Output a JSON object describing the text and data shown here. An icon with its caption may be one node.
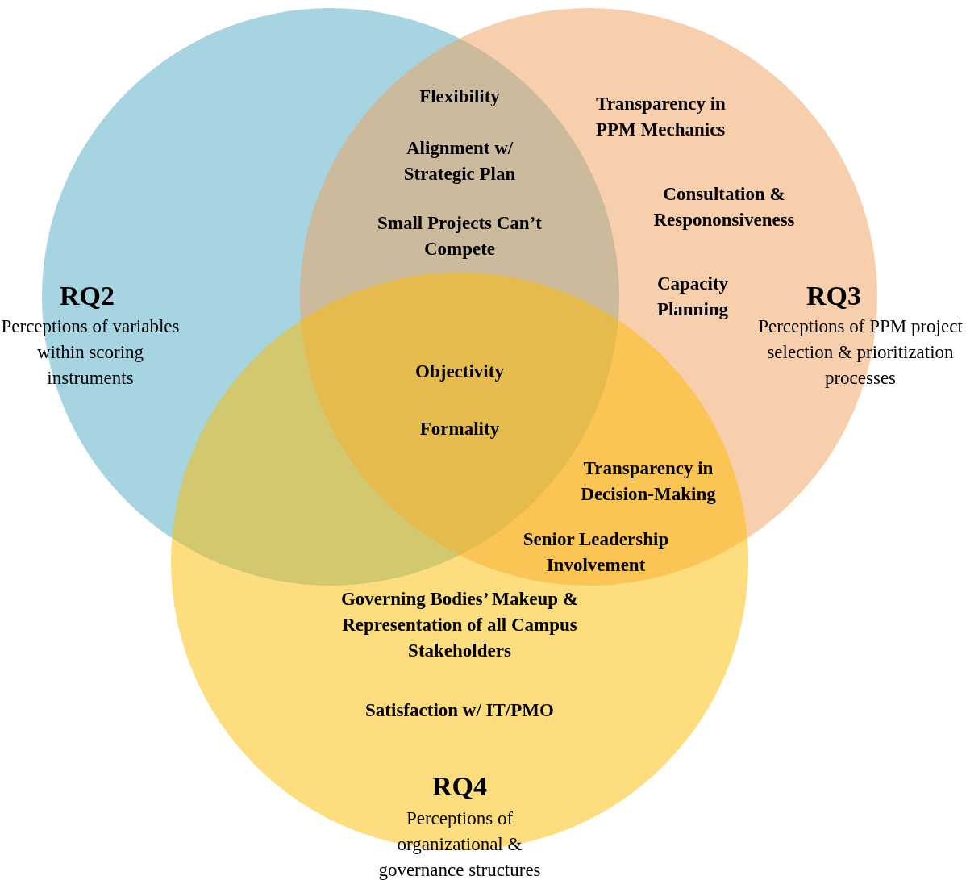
{
  "diagram": {
    "nodes": [
      {
        "text": [
          "RQ2",
          "Perceptions of variables within scoring instruments"
        ]
      },
      {
        "text": [
          "RQ3",
          "Perceptions of PPM project selection & prioritization processes"
        ]
      },
      {
        "text": [
          "RQ4",
          "Perceptions of organizational & governance structures"
        ]
      }
    ],
    "labels": [
      "Flexibility",
      "Alignment w/ Strategic Plan",
      "Small Projects Can’t Compete",
      "Transparency in PPM Mechanics",
      "Consultation & Respononsiveness",
      "Capacity Planning",
      "Objectivity",
      "Formality",
      "Transparency in Decision-Making",
      "Senior Leadership Involvement",
      "Governing Bodies’ Makeup & Representation of all Campus Stakeholders",
      "Satisfaction w/ IT/PMO"
    ]
  }
}
